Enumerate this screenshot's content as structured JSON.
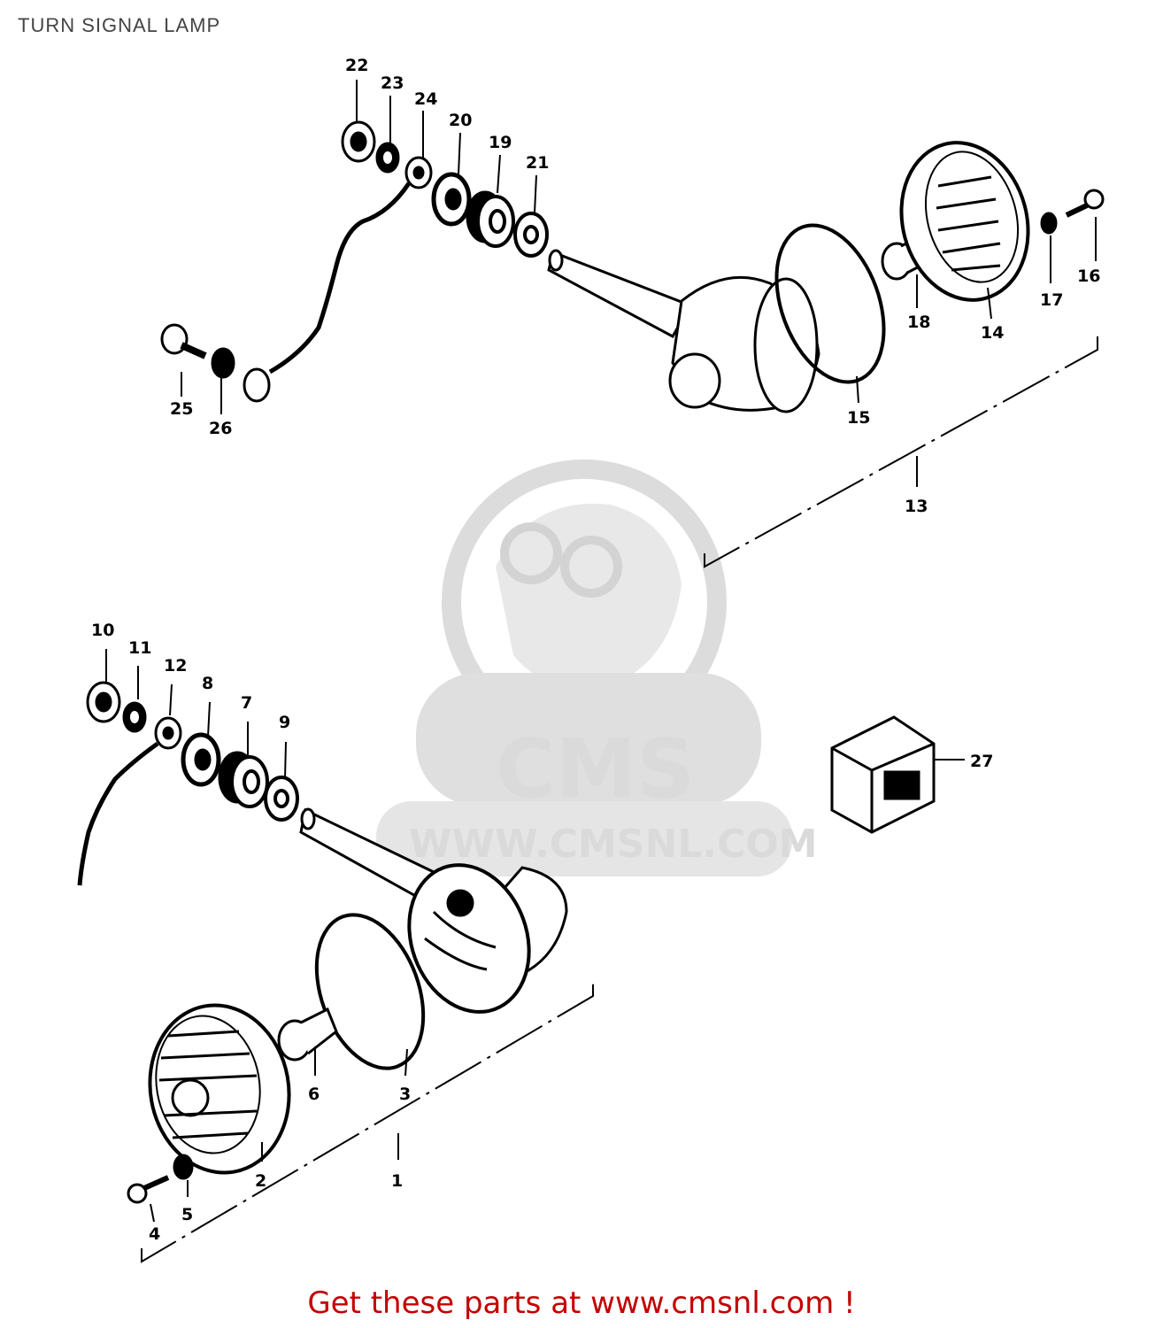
{
  "title": "TURN SIGNAL LAMP",
  "watermark": {
    "brand": "CMS",
    "url": "WWW.CMSNL.COM"
  },
  "footer": "Get these parts at www.cmsnl.com !",
  "colors": {
    "footer": "#c40000",
    "line": "#000000",
    "watermark": "#d6d6d6"
  },
  "labels": {
    "p1": "1",
    "p2": "2",
    "p3": "3",
    "p4": "4",
    "p5": "5",
    "p6": "6",
    "p7": "7",
    "p8": "8",
    "p9": "9",
    "p10": "10",
    "p11": "11",
    "p12": "12",
    "p13": "13",
    "p14": "14",
    "p15": "15",
    "p16": "16",
    "p17": "17",
    "p18": "18",
    "p19": "19",
    "p20": "20",
    "p21": "21",
    "p22": "22",
    "p23": "23",
    "p24": "24",
    "p25": "25",
    "p26": "26",
    "p27": "27"
  }
}
